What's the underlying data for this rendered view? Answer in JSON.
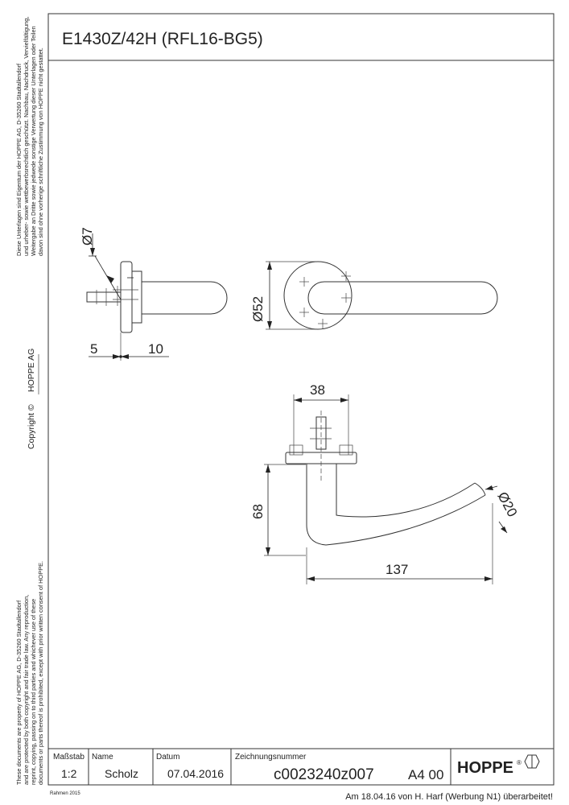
{
  "drawing": {
    "title": "E1430Z/42H (RFL16-BG5)",
    "dimensions": {
      "pin_diameter": "Ø7",
      "rose_diameter": "Ø52",
      "offset_left": "5",
      "offset_right": "10",
      "rose_width": "38",
      "height": "68",
      "length": "137",
      "grip_diameter": "Ø20"
    }
  },
  "side_notes": {
    "copyright_de": [
      "Diese Unterlagen sind Eigentum der  HOPPE AG, D-35260 Stadtallendorf",
      "und urheber- sowie wettbewerbsrechtlich geschützt. Nachbau, Nachdruck, Vervielfältigung,",
      "Weitergabe an Dritte sowie jedwede sonstige Verwertung dieser Unterlagen oder Teilen",
      "davon sind ohne vorherige schriftliche Zustimmung von HOPPE nicht gestattet."
    ],
    "copyright_label": "Copyright ©",
    "company": "HOPPE  AG",
    "copyright_en": [
      "These documents are property of HOPPE AG, D-35260 Stadtallendorf",
      "and are protected by both copyright and fair trade law. Any reproduction,",
      "reprint, copying, passing on to third parties and whichever use of these",
      "documents or parts thereof is prohibited, except with prior written consent of HOPPE."
    ]
  },
  "title_block": {
    "scale_label": "Maßstab",
    "scale_value": "1:2",
    "name_label": "Name",
    "name_value": "Scholz",
    "date_label": "Datum",
    "date_value": "07.04.2016",
    "number_label": "Zeichnungsnummer",
    "number_value": "c0023240z007",
    "format_value": "A4 00",
    "logo": "HOPPE",
    "logo_mark": "®"
  },
  "footer": {
    "frame": "Rahmen 2015",
    "revision_note": "Am 18.04.16 von H. Harf (Werbung N1) überarbeitet!"
  }
}
